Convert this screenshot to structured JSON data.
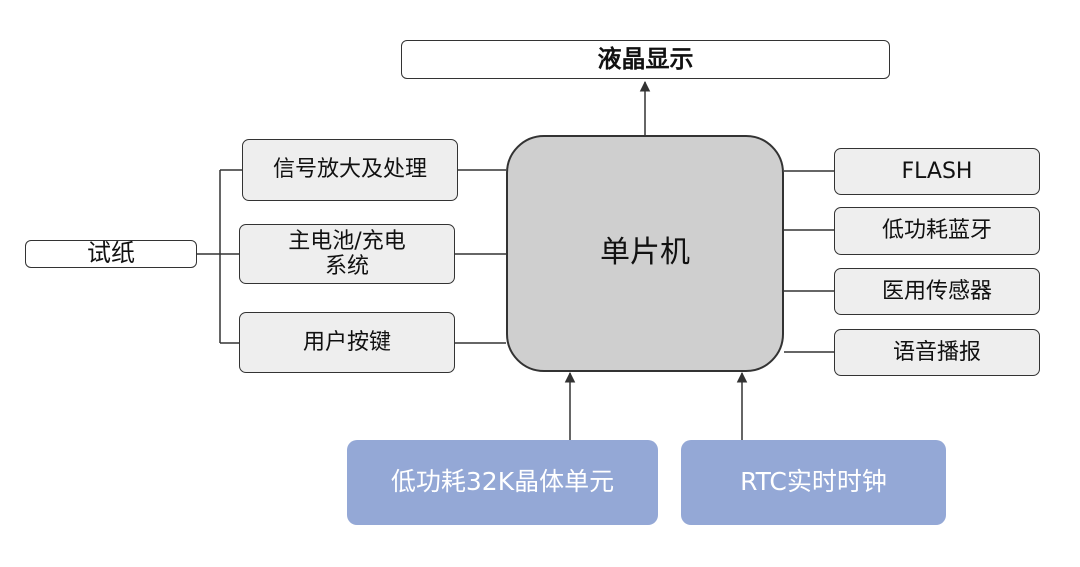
{
  "colors": {
    "mcu_fill": "#cfcfcf",
    "box_fill": "#eeeeee",
    "accent_fill": "#94a8d6",
    "accent_text": "#ffffff",
    "line": "#333333"
  },
  "display": {
    "label": "液晶显示"
  },
  "mcu": {
    "label": "单片机"
  },
  "test_strip": {
    "label": "试纸"
  },
  "left_modules": [
    {
      "lines": [
        "信号放大及处理"
      ]
    },
    {
      "lines": [
        "主电池/充电",
        "系统"
      ]
    },
    {
      "lines": [
        "用户按键"
      ]
    }
  ],
  "right_modules": [
    {
      "label": "FLASH"
    },
    {
      "label": "低功耗蓝牙"
    },
    {
      "label": "医用传感器"
    },
    {
      "label": "语音播报"
    }
  ],
  "bottom_modules": [
    {
      "label": "低功耗32K晶体单元"
    },
    {
      "label": "RTC实时时钟"
    }
  ]
}
